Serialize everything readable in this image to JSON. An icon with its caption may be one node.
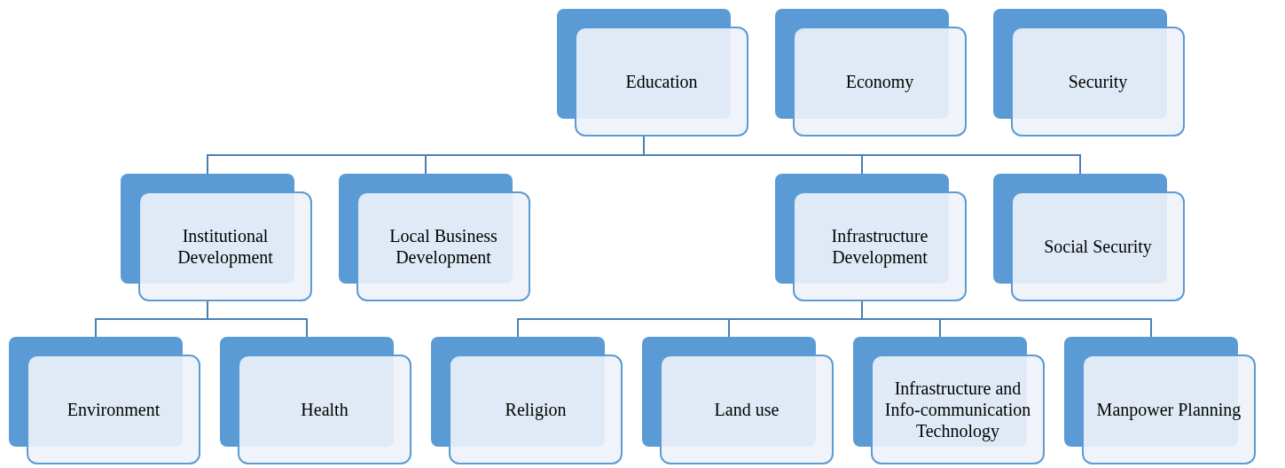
{
  "diagram": {
    "nodes": [
      {
        "text": [
          "Education"
        ]
      },
      {
        "text": [
          "Economy"
        ]
      },
      {
        "text": [
          "Security"
        ]
      },
      {
        "text": [
          "Institutional Development"
        ]
      },
      {
        "text": [
          "Local Business Development"
        ]
      },
      {
        "text": [
          "Infrastructure Development"
        ]
      },
      {
        "text": [
          "Social Security"
        ]
      },
      {
        "text": [
          "Environment"
        ]
      },
      {
        "text": [
          "Health"
        ]
      },
      {
        "text": [
          "Religion"
        ]
      },
      {
        "text": [
          "Land use"
        ]
      },
      {
        "text": [
          "Infrastructure and Info-communication Technology"
        ]
      },
      {
        "text": [
          "Manpower Planning"
        ]
      }
    ],
    "edges": [
      {
        "from": 0,
        "to": 3,
        "arrow": "none"
      },
      {
        "from": 0,
        "to": 4,
        "arrow": "none"
      },
      {
        "from": 0,
        "to": 5,
        "arrow": "none"
      },
      {
        "from": 0,
        "to": 6,
        "arrow": "none"
      },
      {
        "from": 3,
        "to": 7,
        "arrow": "none"
      },
      {
        "from": 3,
        "to": 8,
        "arrow": "none"
      },
      {
        "from": 5,
        "to": 9,
        "arrow": "none"
      },
      {
        "from": 5,
        "to": 10,
        "arrow": "none"
      },
      {
        "from": 5,
        "to": 11,
        "arrow": "none"
      },
      {
        "from": 5,
        "to": 12,
        "arrow": "none"
      }
    ]
  }
}
